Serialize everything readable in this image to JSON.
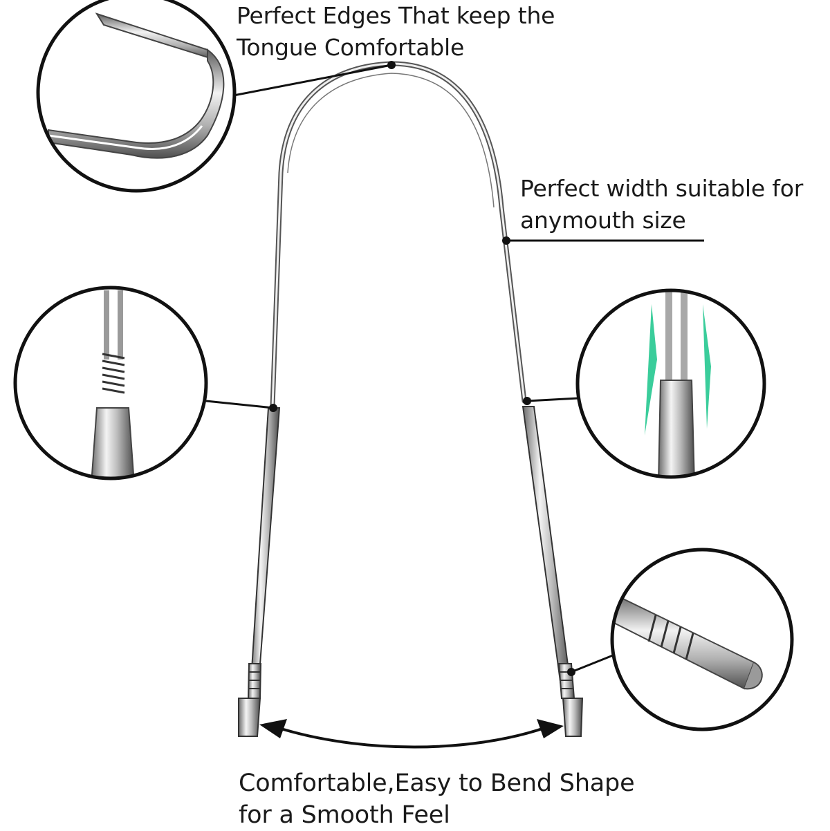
{
  "callouts": {
    "edges": {
      "line1": "Perfect Edges That keep the",
      "line2": "Tongue Comfortable"
    },
    "width": {
      "line1": "Perfect width suitable for",
      "line2": "anymouth size"
    },
    "bend": {
      "line1": "Comfortable,Easy to Bend Shape",
      "line2": "for a Smooth Feel"
    }
  },
  "icons": {
    "product": "tongue-scraper",
    "detail_edge": "scraper-edge-closeup",
    "detail_spring": "spring-joint-closeup",
    "detail_gloss": "polished-handle-closeup",
    "detail_tip": "ribbed-handle-tip-closeup",
    "bend_arrow": "double-headed-curved-arrow"
  },
  "colors": {
    "background": "#ffffff",
    "line": "#111111",
    "metal_light": "#f2f2f2",
    "metal_mid": "#b8b8b8",
    "metal_dark": "#5a5a5a",
    "highlight_green": "#18c48a"
  }
}
